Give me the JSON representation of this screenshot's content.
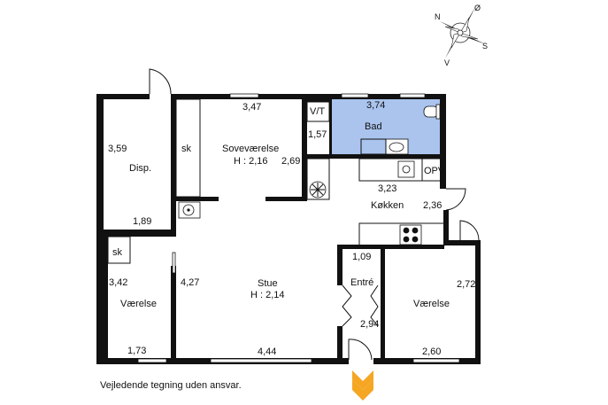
{
  "rooms": {
    "disp": {
      "name": "Disp.",
      "dim_a": "3,59",
      "dim_b": "1,89"
    },
    "sk_top": {
      "name": "sk"
    },
    "sovevaerelse": {
      "name": "Soveværelse",
      "height": "H : 2,16",
      "dim_a": "3,47",
      "dim_b": "2,69"
    },
    "vt": {
      "name": "V/T"
    },
    "bad": {
      "name": "Bad",
      "dim_a": "3,74",
      "dim_b": "1,57"
    },
    "opv": {
      "name": "OPV"
    },
    "kokken": {
      "name": "Køkken",
      "dim_a": "3,23",
      "dim_b": "2,36"
    },
    "sk_left": {
      "name": "sk"
    },
    "vaerelse_left": {
      "name": "Værelse",
      "dim_a": "3,42",
      "dim_b": "1,73"
    },
    "stue": {
      "name": "Stue",
      "height": "H : 2,14",
      "dim_a": "4,27",
      "dim_b": "4,44"
    },
    "entre": {
      "name": "Entré",
      "dim_a": "1,09",
      "dim_b": "2,94"
    },
    "vaerelse_right": {
      "name": "Værelse",
      "dim_a": "2,72",
      "dim_b": "2,60"
    }
  },
  "compass": {
    "n": "N",
    "s": "S",
    "v": "V",
    "o": "Ø"
  },
  "disclaimer": "Vejledende tegning uden ansvar.",
  "colors": {
    "wall": "#111111",
    "bathroom": "#aac4ee",
    "entrance_arrow": "#f5a623"
  },
  "icons": [
    "compass-icon",
    "entrance-arrow-icon",
    "toilet-icon",
    "sink-icon",
    "stove-icon",
    "fan-icon",
    "heater-icon"
  ]
}
